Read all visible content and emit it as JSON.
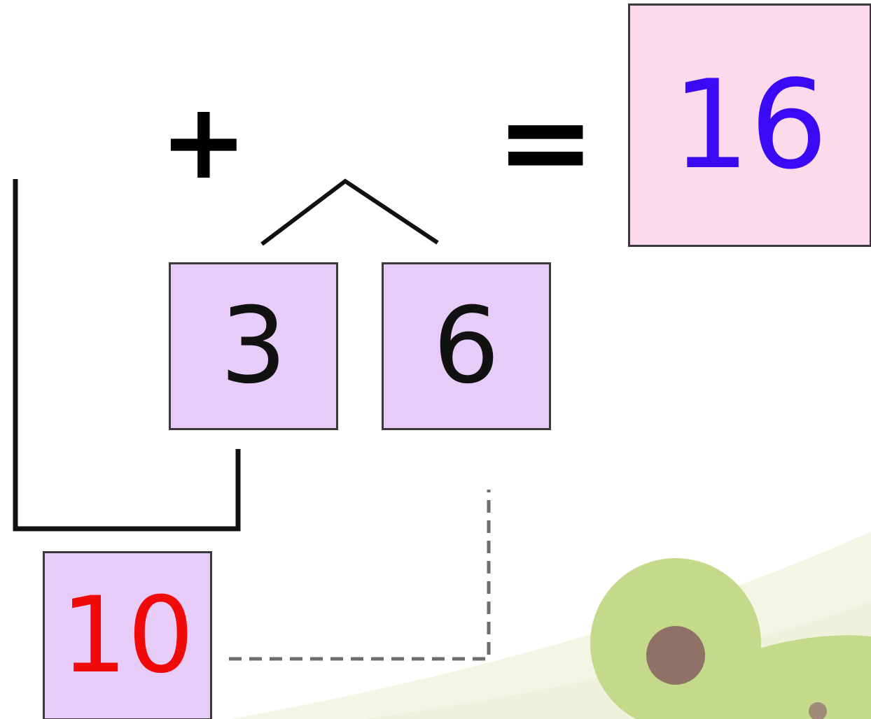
{
  "equation": {
    "addend_left": "3",
    "addend_right": "6",
    "plus_sign": "+",
    "equals_sign": "=",
    "result": "16",
    "composed_ten": "10"
  },
  "colors": {
    "small_box_fill": "#e8ccf8",
    "result_box_fill": "#fdd9ec",
    "addend_text": "#111111",
    "ten_text": "#f00a0a",
    "result_text": "#3a0af5",
    "operator_text": "#000000",
    "frog_body": "#c5d98b",
    "frog_eye": "#8f7167",
    "hill": "#eef2dc"
  },
  "icons": {
    "decoration": "frog-icon"
  }
}
